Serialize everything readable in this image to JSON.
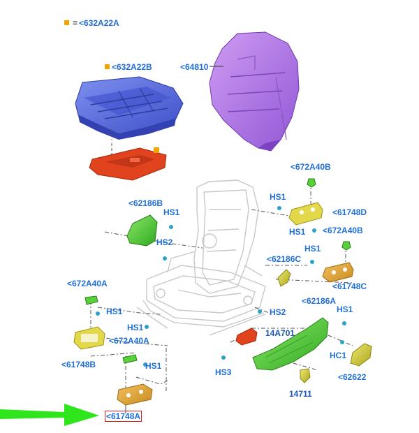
{
  "legend": {
    "marker_color": "#f5a300",
    "equals": "=",
    "part": "<632A22A"
  },
  "callouts": {
    "c632A22B": "<632A22B",
    "c64810": "<64810",
    "c672A40B_top": "<672A40B",
    "hs1_top_right": "HS1",
    "c61748D": "<61748D",
    "hs1_d_lower": "HS1",
    "c672A40B_right": "<672A40B",
    "c62186B": "<62186B",
    "hs1_62186B": "HS1",
    "hs2_left": "HS2",
    "hs1_61748C": "HS1",
    "c62186C": "<62186C",
    "c61748C": "<61748C",
    "c672A40A_left": "<672A40A",
    "hs1_left": "HS1",
    "c62186A": "<62186A",
    "hs1_62186A": "HS1",
    "hs2_right": "HS2",
    "hs1_center": "HS1",
    "c14A701": "14A701",
    "c672A40A_lower": "<672A40A",
    "c61748B": "<61748B",
    "hs1_lower": "HS1",
    "hc1": "HC1",
    "hs3": "HS3",
    "c62622": "<62622",
    "c14711": "14711",
    "c61748A": "<61748A"
  },
  "colors": {
    "cushion": "#5b6ee0",
    "backrest": "#b07ae6",
    "cushion_pan": "#e0431e",
    "green_part": "#58d13a",
    "yellow_part": "#d9d23a",
    "bracket": "#e3a937",
    "pointer_arrow": "#2ee61b",
    "highlight_box": "#e01b1b",
    "label_blue": "#1f6fd9"
  }
}
